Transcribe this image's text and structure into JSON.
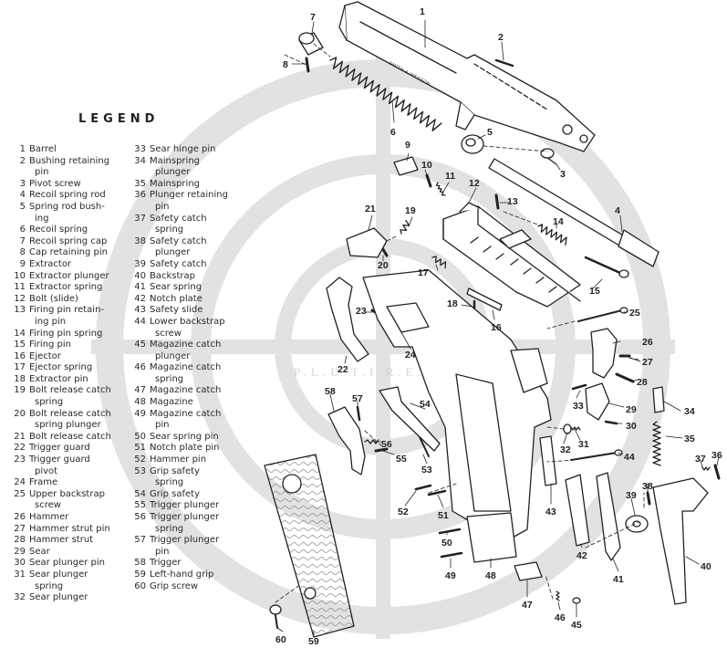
{
  "legend": {
    "title": "LEGEND",
    "columns": [
      [
        {
          "n": "1",
          "lines": [
            "Barrel"
          ]
        },
        {
          "n": "2",
          "lines": [
            "Bushing retaining",
            "pin"
          ]
        },
        {
          "n": "3",
          "lines": [
            "Pivot screw"
          ]
        },
        {
          "n": "4",
          "lines": [
            "Recoil spring rod"
          ]
        },
        {
          "n": "5",
          "lines": [
            "Spring rod bush-",
            "ing"
          ]
        },
        {
          "n": "6",
          "lines": [
            "Recoil spring"
          ]
        },
        {
          "n": "7",
          "lines": [
            "Recoil spring cap"
          ]
        },
        {
          "n": "8",
          "lines": [
            "Cap retaining pin"
          ]
        },
        {
          "n": "9",
          "lines": [
            "Extractor"
          ]
        },
        {
          "n": "10",
          "lines": [
            "Extractor plunger"
          ]
        },
        {
          "n": "11",
          "lines": [
            "Extractor spring"
          ]
        },
        {
          "n": "12",
          "lines": [
            "Bolt (slide)"
          ]
        },
        {
          "n": "13",
          "lines": [
            "Firing pin retain-",
            "ing pin"
          ]
        },
        {
          "n": "14",
          "lines": [
            "Firing pin spring"
          ]
        },
        {
          "n": "15",
          "lines": [
            "Firing pin"
          ]
        },
        {
          "n": "16",
          "lines": [
            "Ejector"
          ]
        },
        {
          "n": "17",
          "lines": [
            "Ejector spring"
          ]
        },
        {
          "n": "18",
          "lines": [
            "Extractor pin"
          ]
        },
        {
          "n": "19",
          "lines": [
            "Bolt release catch",
            "spring"
          ]
        },
        {
          "n": "20",
          "lines": [
            "Bolt release catch",
            "spring plunger"
          ]
        },
        {
          "n": "21",
          "lines": [
            "Bolt release catch"
          ]
        },
        {
          "n": "22",
          "lines": [
            "Trigger guard"
          ]
        },
        {
          "n": "23",
          "lines": [
            "Trigger guard",
            "pivot"
          ]
        },
        {
          "n": "24",
          "lines": [
            "Frame"
          ]
        },
        {
          "n": "25",
          "lines": [
            "Upper backstrap",
            "screw"
          ]
        },
        {
          "n": "26",
          "lines": [
            "Hammer"
          ]
        },
        {
          "n": "27",
          "lines": [
            "Hammer strut pin"
          ]
        },
        {
          "n": "28",
          "lines": [
            "Hammer strut"
          ]
        },
        {
          "n": "29",
          "lines": [
            "Sear"
          ]
        },
        {
          "n": "30",
          "lines": [
            "Sear plunger pin"
          ]
        },
        {
          "n": "31",
          "lines": [
            "Sear plunger",
            "spring"
          ]
        },
        {
          "n": "32",
          "lines": [
            "Sear plunger"
          ]
        }
      ],
      [
        {
          "n": "33",
          "lines": [
            "Sear hinge pin"
          ]
        },
        {
          "n": "34",
          "lines": [
            "Mainspring",
            "plunger"
          ]
        },
        {
          "n": "35",
          "lines": [
            "Mainspring"
          ]
        },
        {
          "n": "36",
          "lines": [
            "Plunger retaining",
            "pin"
          ]
        },
        {
          "n": "37",
          "lines": [
            "Safety catch",
            "spring"
          ]
        },
        {
          "n": "38",
          "lines": [
            "Safety catch",
            "plunger"
          ]
        },
        {
          "n": "39",
          "lines": [
            "Safety catch"
          ]
        },
        {
          "n": "40",
          "lines": [
            "Backstrap"
          ]
        },
        {
          "n": "41",
          "lines": [
            "Sear spring"
          ]
        },
        {
          "n": "42",
          "lines": [
            "Notch plate"
          ]
        },
        {
          "n": "43",
          "lines": [
            "Safety slide"
          ]
        },
        {
          "n": "44",
          "lines": [
            "Lower backstrap",
            "screw"
          ]
        },
        {
          "n": "45",
          "lines": [
            "Magazine catch",
            "plunger"
          ]
        },
        {
          "n": "46",
          "lines": [
            "Magazine catch",
            "spring"
          ]
        },
        {
          "n": "47",
          "lines": [
            "Magazine catch"
          ]
        },
        {
          "n": "48",
          "lines": [
            "Magazine"
          ]
        },
        {
          "n": "49",
          "lines": [
            "Magazine catch",
            "pin"
          ]
        },
        {
          "n": "50",
          "lines": [
            "Sear spring pin"
          ]
        },
        {
          "n": "51",
          "lines": [
            "Notch plate pin"
          ]
        },
        {
          "n": "52",
          "lines": [
            "Hammer pin"
          ]
        },
        {
          "n": "53",
          "lines": [
            "Grip safety",
            "spring"
          ]
        },
        {
          "n": "54",
          "lines": [
            "Grip safety"
          ]
        },
        {
          "n": "55",
          "lines": [
            "Trigger plunger"
          ]
        },
        {
          "n": "56",
          "lines": [
            "Trigger plunger",
            "spring"
          ]
        },
        {
          "n": "57",
          "lines": [
            "Trigger plunger",
            "pin"
          ]
        },
        {
          "n": "58",
          "lines": [
            "Trigger"
          ]
        },
        {
          "n": "59",
          "lines": [
            "Left-hand grip"
          ]
        },
        {
          "n": "60",
          "lines": [
            "Grip screw"
          ]
        }
      ]
    ]
  },
  "callouts": [
    "1",
    "2",
    "3",
    "4",
    "5",
    "6",
    "7",
    "8",
    "9",
    "10",
    "11",
    "12",
    "13",
    "14",
    "15",
    "16",
    "17",
    "18",
    "19",
    "20",
    "21",
    "22",
    "23",
    "24",
    "25",
    "26",
    "27",
    "28",
    "29",
    "30",
    "31",
    "32",
    "33",
    "34",
    "35",
    "36",
    "37",
    "38",
    "39",
    "40",
    "41",
    "42",
    "43",
    "44",
    "45",
    "46",
    "47",
    "48",
    "49",
    "50",
    "51",
    "52",
    "53",
    "54",
    "55",
    "56",
    "57",
    "58",
    "59",
    "60"
  ],
  "barrel_stamp": "SMITH & WESSON",
  "watermark_text": "P.L.U.T.I.R.E.",
  "colors": {
    "ink": "#222222",
    "fill": "#ffffff",
    "watermark": "#dcdcdc"
  }
}
